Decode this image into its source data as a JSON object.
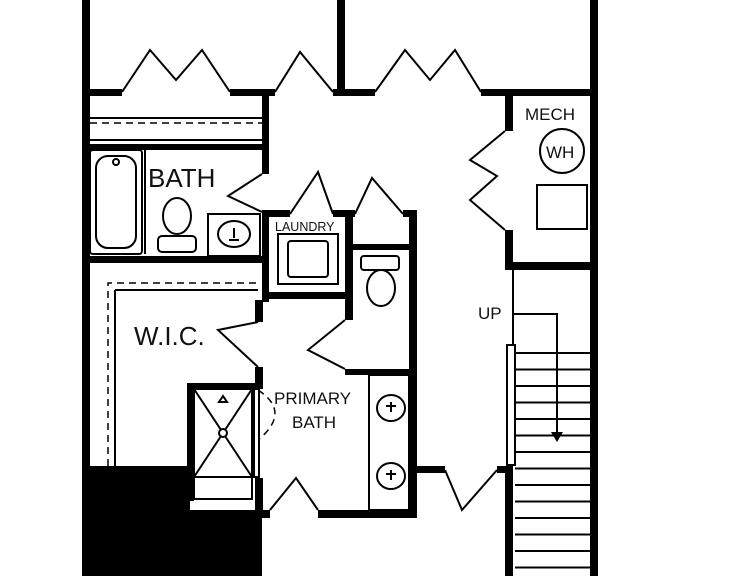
{
  "rooms": {
    "bath": "BATH",
    "wic": "W.I.C.",
    "mech": "MECH",
    "laundry": "LAUNDRY",
    "primary_bath_line1": "PRIMARY",
    "primary_bath_line2": "BATH"
  },
  "fixtures": {
    "water_heater": "WH"
  },
  "stairs": {
    "direction": "UP"
  }
}
